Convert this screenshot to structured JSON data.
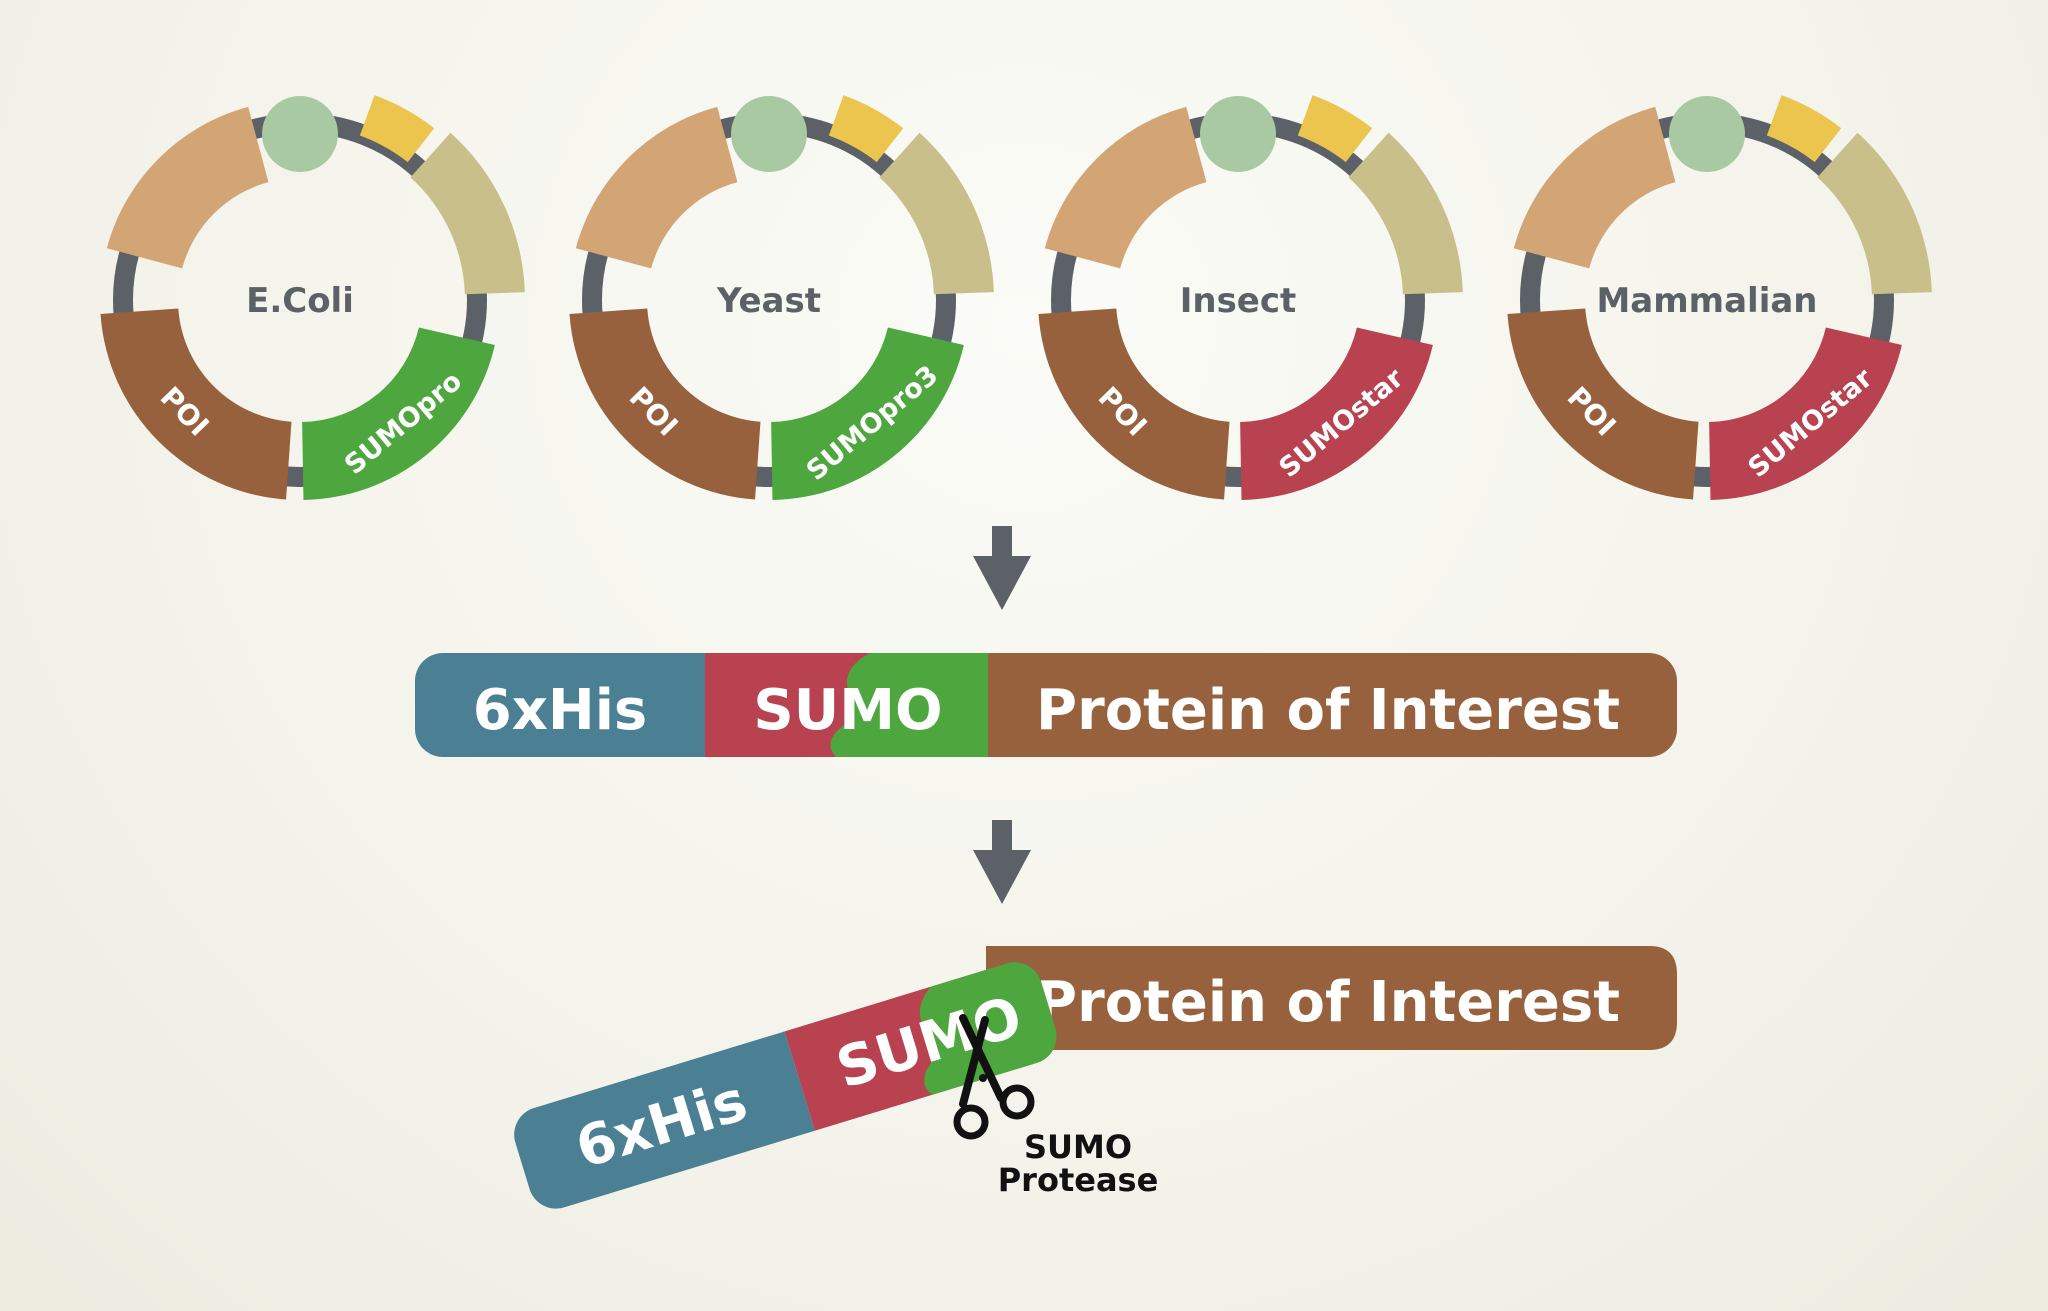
{
  "colors": {
    "backbone": "#5b6166",
    "origin": "#a8c9a2",
    "yellow": "#ecc54f",
    "khaki": "#c9bf8a",
    "tan": "#d3a474",
    "poi": "#98613d",
    "sumo_green": "#4ea73e",
    "sumo_red": "#b8424f",
    "his_blue": "#4b7f94",
    "arrow": "#5b6166",
    "white": "#ffffff",
    "text_dark": "#5b6166"
  },
  "plasmids": [
    {
      "host": "E.Coli",
      "poi_label": "POI",
      "tag_label": "SUMOpro",
      "tag_color": "#4ea73e"
    },
    {
      "host": "Yeast",
      "poi_label": "POI",
      "tag_label": "SUMOpro3",
      "tag_color": "#4ea73e"
    },
    {
      "host": "Insect",
      "poi_label": "POI",
      "tag_label": "SUMOstar",
      "tag_color": "#b8424f"
    },
    {
      "host": "Mammalian",
      "poi_label": "POI",
      "tag_label": "SUMOstar",
      "tag_color": "#b8424f"
    }
  ],
  "fusion": {
    "his_label": "6xHis",
    "sumo_label": "SUMO",
    "poi_label": "Protein of Interest"
  },
  "cleaved": {
    "poi_label": "Protein of Interest",
    "his_label": "6xHis",
    "sumo_label": "SUMO",
    "protease_line1": "SUMO",
    "protease_line2": "Protease"
  }
}
